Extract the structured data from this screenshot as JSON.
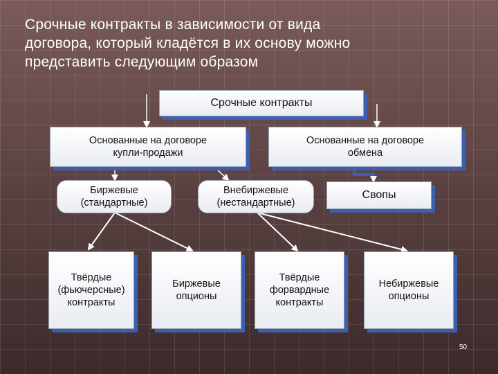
{
  "title_lines": [
    "Срочные контракты в зависимости от вида",
    "договора, который кладётся в их основу можно",
    "представить следующим образом"
  ],
  "diagram": {
    "root": "Срочные контракты",
    "purchase_sale": [
      "Основанные на договоре",
      "купли-продажи"
    ],
    "exchange": [
      "Основанные на договоре",
      "обмена"
    ],
    "exchange_traded": [
      "Биржевые",
      "(стандартные)"
    ],
    "otc": [
      "Внебиржевые",
      "(нестандартные)"
    ],
    "swaps": "Свопы",
    "futures": [
      "Твёрдые",
      "(фьючерсные)",
      "контракты"
    ],
    "exchange_options": [
      "Биржевые",
      "опционы"
    ],
    "forwards": [
      "Твёрдые",
      "форвардные",
      "контракты"
    ],
    "otc_options": [
      "Небиржевые",
      "опционы"
    ]
  },
  "page_number": "50",
  "colors": {
    "box_shadow": "#3d5fb0",
    "arrow": "#ffffff"
  }
}
